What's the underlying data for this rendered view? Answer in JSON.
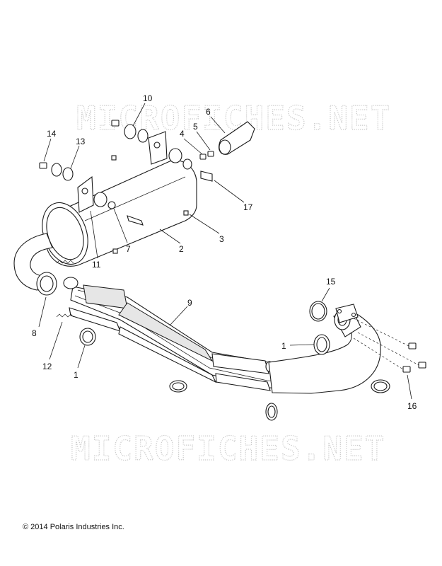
{
  "watermark_text": "MICROFICHES.NET",
  "copyright": "© 2014 Polaris Industries Inc.",
  "callouts": [
    {
      "id": "c10",
      "label": "10"
    },
    {
      "id": "c6",
      "label": "6"
    },
    {
      "id": "c14",
      "label": "14"
    },
    {
      "id": "c4",
      "label": "4"
    },
    {
      "id": "c5",
      "label": "5"
    },
    {
      "id": "c13",
      "label": "13"
    },
    {
      "id": "c17",
      "label": "17"
    },
    {
      "id": "c3",
      "label": "3"
    },
    {
      "id": "c2",
      "label": "2"
    },
    {
      "id": "c7",
      "label": "7"
    },
    {
      "id": "c11",
      "label": "11"
    },
    {
      "id": "c9",
      "label": "9"
    },
    {
      "id": "c15",
      "label": "15"
    },
    {
      "id": "c1a",
      "label": "1"
    },
    {
      "id": "c8",
      "label": "8"
    },
    {
      "id": "c12",
      "label": "12"
    },
    {
      "id": "c1b",
      "label": "1"
    },
    {
      "id": "c16",
      "label": "16"
    }
  ]
}
